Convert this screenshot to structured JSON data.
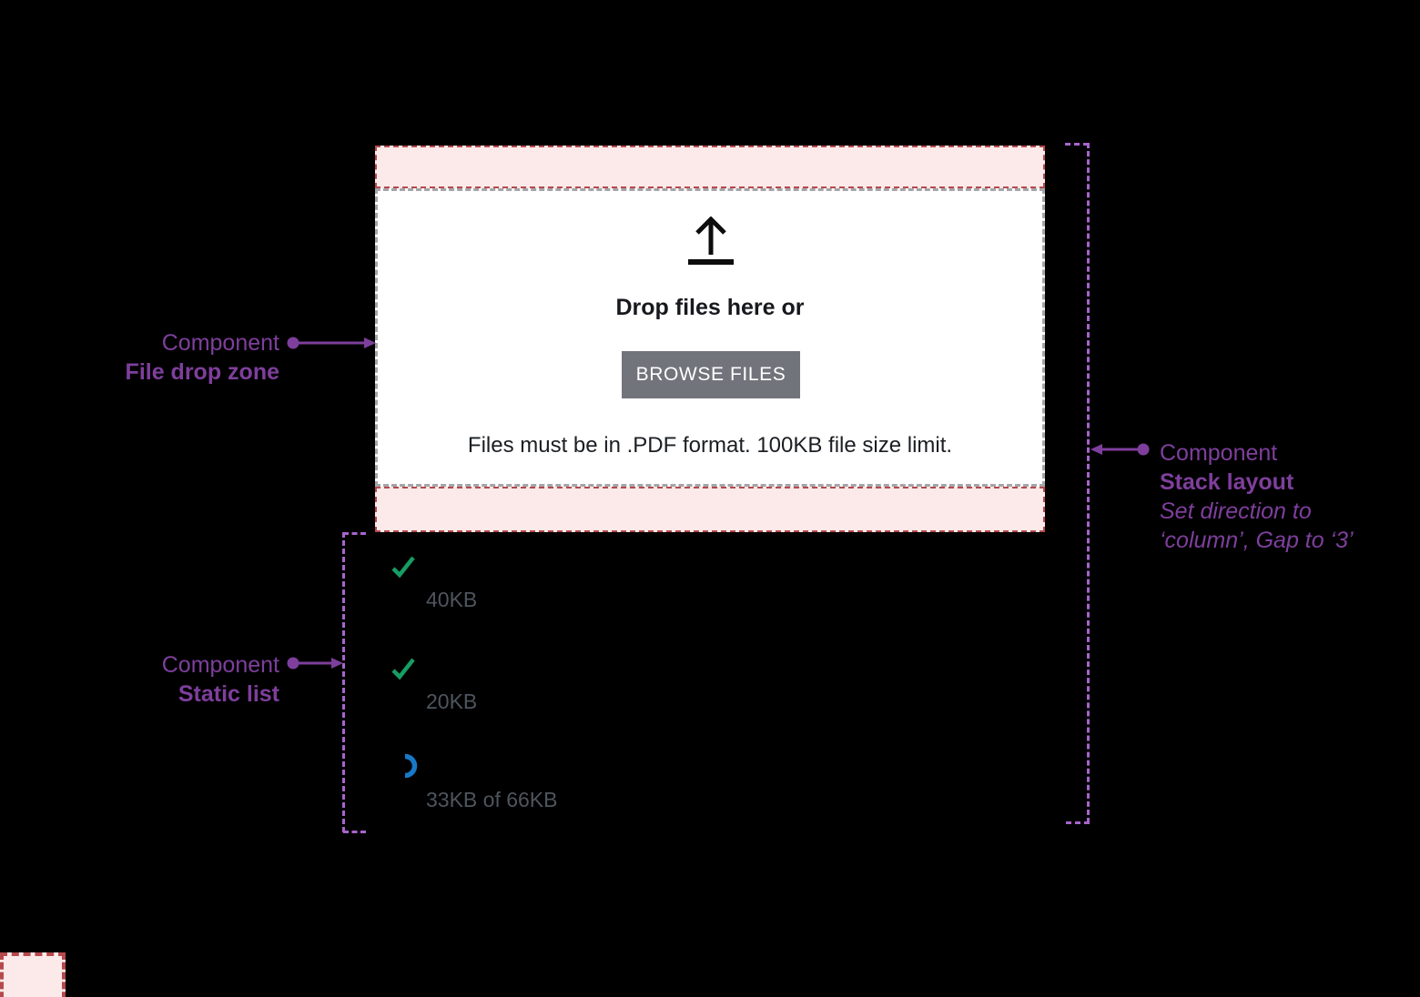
{
  "dropzone": {
    "icon": "upload-icon",
    "title": "Drop files here or",
    "browse_button_label": "BROWSE FILES",
    "hint": "Files must be in .PDF format. 100KB file size limit."
  },
  "upload_list": {
    "items": [
      {
        "icon": "check-icon",
        "status": "complete",
        "size_label": "40KB"
      },
      {
        "icon": "check-icon",
        "status": "complete",
        "size_label": "20KB"
      },
      {
        "icon": "spinner-icon",
        "status": "uploading",
        "size_label": "33KB of 66KB"
      }
    ]
  },
  "annotations": {
    "file_drop_zone": {
      "kicker": "Component",
      "name": "File drop zone"
    },
    "static_list": {
      "kicker": "Component",
      "name": "Static list"
    },
    "stack_layout": {
      "kicker": "Component",
      "name": "Stack layout",
      "note_line1": "Set direction to",
      "note_line2": "‘column’, Gap to ‘3’"
    }
  },
  "colors": {
    "annotation_purple": "#7e3f9c",
    "bracket_purple": "#a864cd",
    "padding_pink": "#fce9e9",
    "padding_red": "#b5494d",
    "dropzone_dash_gray": "#a5a5a9",
    "button_gray": "#72747c",
    "check_green": "#169e63",
    "spinner_blue": "#1779c8",
    "list_text_gray": "#4e555d"
  }
}
